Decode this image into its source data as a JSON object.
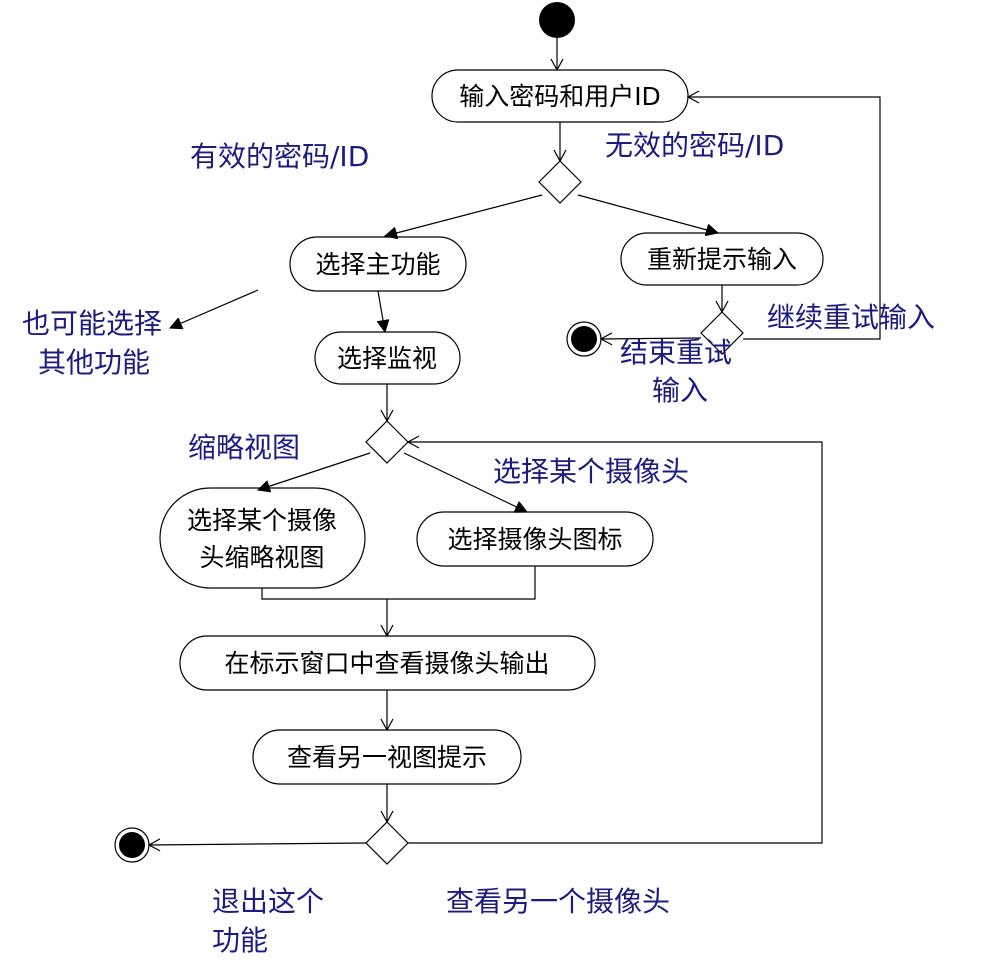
{
  "nodes": {
    "enter_credentials": "输入密码和用户ID",
    "select_main_function": "选择主功能",
    "reprompt_input": "重新提示输入",
    "select_monitor": "选择监视",
    "select_camera_thumbnail_line1": "选择某个摄像",
    "select_camera_thumbnail_line2": "头缩略视图",
    "select_camera_icon": "选择摄像头图标",
    "view_camera_output": "在标示窗口中查看摄像头输出",
    "view_another_prompt": "查看另一视图提示"
  },
  "guards": {
    "valid_credentials": "有效的密码/ID",
    "invalid_credentials": "无效的密码/ID",
    "other_function_line1": "也可能选择",
    "other_function_line2": "其他功能",
    "continue_retry": "继续重试输入",
    "end_retry_line1": "结束重试",
    "end_retry_line2": "输入",
    "thumbnail_view": "缩略视图",
    "select_a_camera": "选择某个摄像头",
    "exit_function_line1": "退出这个",
    "exit_function_line2": "功能",
    "view_another_camera": "查看另一个摄像头"
  }
}
